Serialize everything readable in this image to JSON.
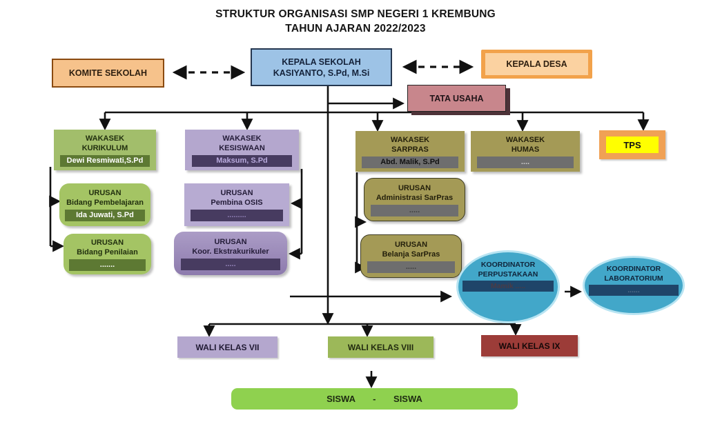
{
  "title": {
    "line1": "STRUKTUR ORGANISASI SMP NEGERI 1 KREMBUNG",
    "line2": "TAHUN AJARAN 2022/2023"
  },
  "nodes": {
    "komite": {
      "label": "KOMITE SEKOLAH"
    },
    "kepala_sekolah": {
      "line1": "KEPALA SEKOLAH",
      "line2": "KASIYANTO, S.Pd, M.Si"
    },
    "kepala_desa": {
      "label": "KEPALA DESA"
    },
    "tata_usaha": {
      "label": "TATA USAHA"
    },
    "wakasek_kurikulum": {
      "line1": "WAKASEK",
      "line2": "KURIKULUM",
      "person": "Dewi Resmiwati,S.Pd"
    },
    "wakasek_kesiswaan": {
      "line1": "WAKASEK",
      "line2": "KESISWAAN",
      "person": "Maksum, S.Pd"
    },
    "wakasek_sarpras": {
      "line1": "WAKASEK",
      "line2": "SARPRAS",
      "person": "Abd. Malik, S.Pd"
    },
    "wakasek_humas": {
      "line1": "WAKASEK",
      "line2": "HUMAS",
      "person": "...."
    },
    "tps": {
      "label": "TPS"
    },
    "urusan_pembelajaran": {
      "line1": "URUSAN",
      "line2": "Bidang Pembelajaran",
      "person": "Ida Juwati, S.Pd"
    },
    "urusan_penilaian": {
      "line1": "URUSAN",
      "line2": "Bidang Penilaian",
      "person": "......."
    },
    "urusan_osis": {
      "line1": "URUSAN",
      "line2": "Pembina OSIS",
      "person": "........."
    },
    "urusan_ekskul": {
      "line1": "URUSAN",
      "line2": "Koor. Ekstrakurikuler",
      "person": "....."
    },
    "urusan_adm_sarpras": {
      "line1": "URUSAN",
      "line2": "Administrasi SarPras",
      "person": "....."
    },
    "urusan_belanja_sarpras": {
      "line1": "URUSAN",
      "line2": "Belanja SarPras",
      "person": "....."
    },
    "koordinator_perpustakaan": {
      "line1": "KOORDINATOR",
      "line2": "PERPUSTAKAAN",
      "person": "Mamik ....."
    },
    "koordinator_laboratorium": {
      "line1": "KOORDINATOR",
      "line2": "LABORATORIUM",
      "person": "......"
    },
    "wali_kelas_vii": {
      "label": "WALI KELAS VII"
    },
    "wali_kelas_viii": {
      "label": "WALI KELAS VIII"
    },
    "wali_kelas_ix": {
      "label": "WALI KELAS IX"
    },
    "siswa": {
      "label": "SISWA - SISWA"
    }
  },
  "palette": {
    "komite_fill": "#F6C28B",
    "kepala_sekolah_fill": "#9DC3E6",
    "kepala_desa_frame": "#F2A24B",
    "kepala_desa_fill": "#FBD2A1",
    "tata_usaha_fill": "#C8868C",
    "kurikulum_green": "#A2BE6B",
    "kurikulum_bar": "#5D7933",
    "kesiswaan_lavender": "#B4A7CE",
    "kesiswaan_bar": "#473B60",
    "sarpras_olive": "#A49A56",
    "sarpras_bar": "#6E6E6E",
    "tps_orange": "#F0A155",
    "tps_yellow": "#FFFF00",
    "koordinator_teal": "#42A7C9",
    "koordinator_bar": "#1F4569",
    "wali_vii_fill": "#B4A7CE",
    "wali_viii_fill": "#9CB859",
    "wali_ix_fill": "#9C3C38",
    "siswa_fill": "#8FD14F",
    "connector": "#111111"
  }
}
